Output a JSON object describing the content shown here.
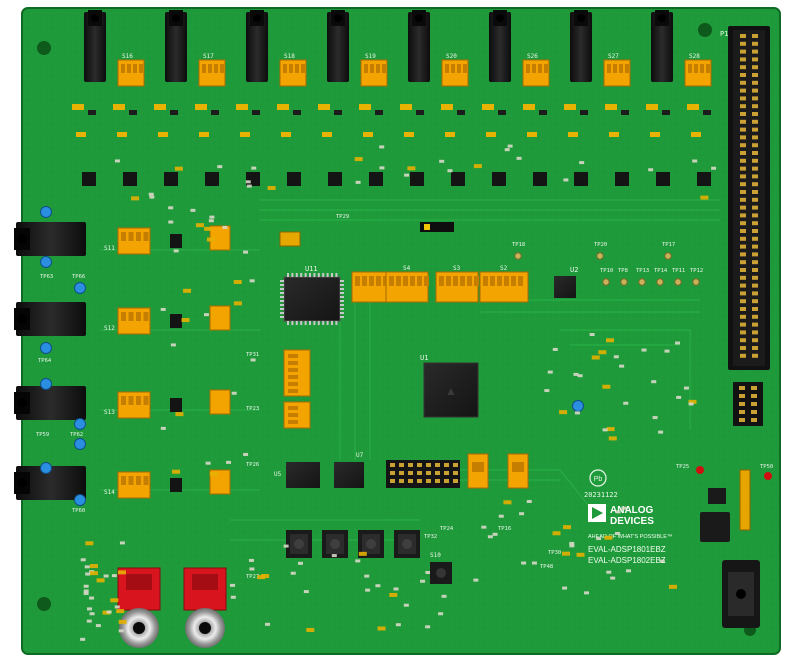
{
  "board": {
    "brand": {
      "line1": "ANALOG",
      "line2": "DEVICES",
      "tagline": "AHEAD OF WHAT'S POSSIBLE™"
    },
    "model_lines": [
      "EVAL-ADSP1801EBZ",
      "EVAL-ADSP1802EBZ"
    ],
    "date_code": "20231122",
    "top_switch_labels": [
      "S16",
      "S17",
      "S18",
      "S19",
      "S20",
      "S26",
      "S27",
      "S28"
    ],
    "left_switch_labels": [
      "S11",
      "S12",
      "S13",
      "S14"
    ],
    "center_switch_labels": [
      "S4",
      "S3",
      "S2"
    ],
    "chip_labels": {
      "main": "U1",
      "codec": "U11",
      "u2": "U2",
      "u5": "U5",
      "u7": "U7"
    },
    "testpoints_right": [
      "TP18",
      "TP20",
      "TP17",
      "TP10",
      "TP8",
      "TP13",
      "TP14",
      "TP11",
      "TP12"
    ],
    "testpoints_left": [
      "TP63",
      "TP66",
      "TP64",
      "TP59",
      "TP62",
      "TP60",
      "TP29",
      "TP31",
      "TP23",
      "TP26",
      "TP27"
    ],
    "testpoints_bottom": [
      "TP32",
      "TP24",
      "TP16",
      "TP30",
      "TP48",
      "TP50",
      "TP25"
    ],
    "switch_bottom": "S10",
    "connector_label": "P1",
    "colors": {
      "pcb": "#1f9a3a",
      "pcb_dark": "#167a2c",
      "trace": "#25a843",
      "silkscreen": "#e8f5e8",
      "switch_body": "#f4a400",
      "rca": "#d8141e"
    }
  }
}
